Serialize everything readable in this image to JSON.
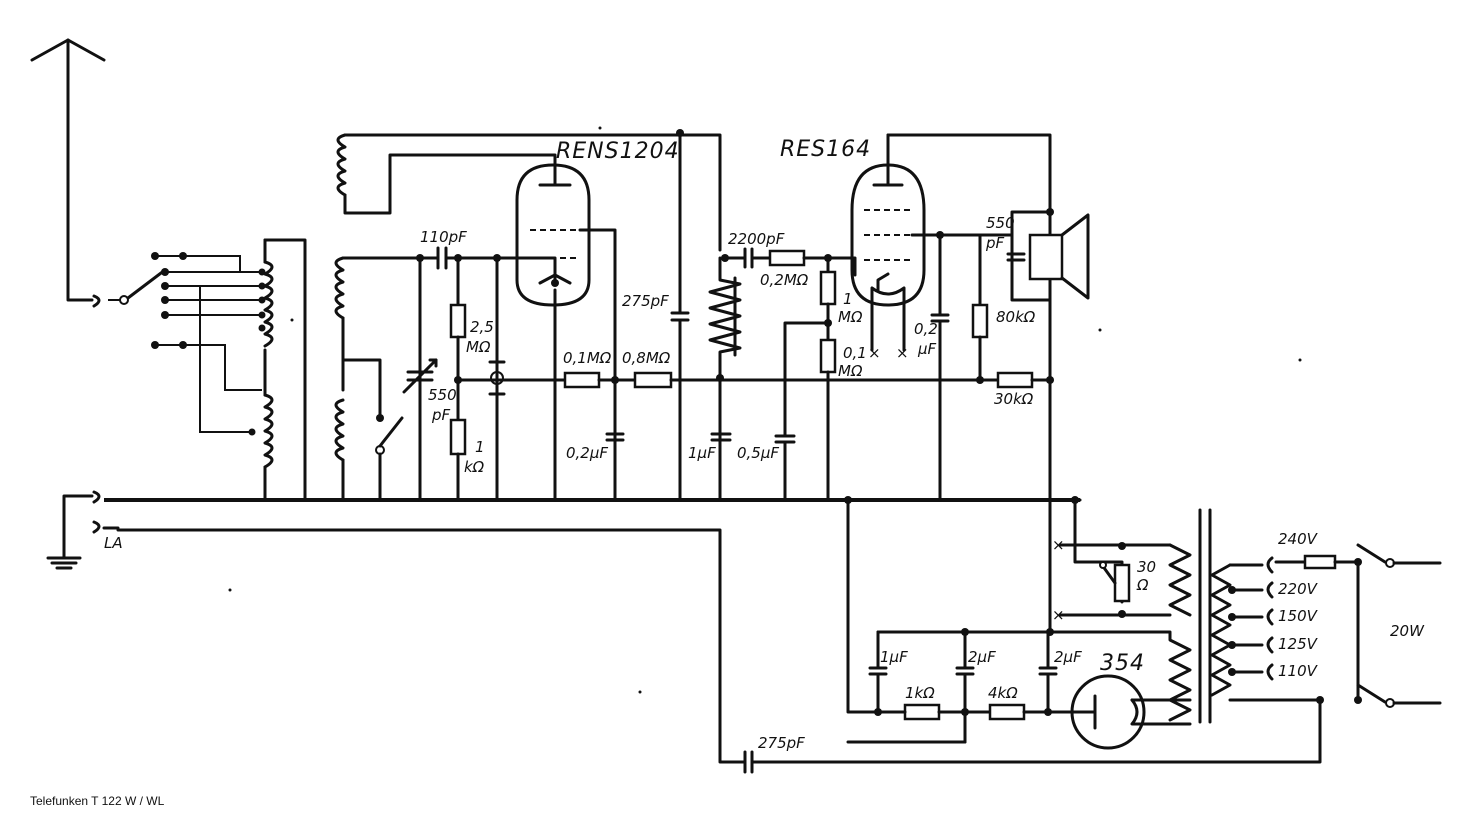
{
  "tubes": {
    "rf": "RENS1204",
    "af": "RES164",
    "rect": "354"
  },
  "labels": {
    "c110pf": "110pF",
    "c550pf_a": "550",
    "c550pf_b": "pF",
    "r25m_a": "2,5",
    "r25m_b": "MΩ",
    "r1k_a": "1",
    "r1k_b": "kΩ",
    "r01m": "0,1MΩ",
    "r08m": "0,8MΩ",
    "c275pf": "275pF",
    "c02uf": "0,2µF",
    "c1uf": "1µF",
    "c05uf": "0,5µF",
    "c2200pf": "2200pF",
    "r02m": "0,2MΩ",
    "r1m_a": "1",
    "r1m_b": "MΩ",
    "r01m_b_a": "0,1",
    "r01m_b_b": "MΩ",
    "c02uf_b_a": "0,2",
    "c02uf_b_b": "µF",
    "c550_spk_a": "550",
    "c550_spk_b": "pF",
    "r80k": "80kΩ",
    "r30k": "30kΩ",
    "r30ohm_a": "30",
    "r30ohm_b": "Ω",
    "c1uf_psu": "1µF",
    "c2uf_a": "2µF",
    "c2uf_b": "2µF",
    "r1k_psu": "1kΩ",
    "r4k_psu": "4kΩ",
    "c275pf_ant": "275pF",
    "la": "LA",
    "power": "20W"
  },
  "voltage_taps": [
    "240V",
    "220V",
    "150V",
    "125V",
    "110V"
  ],
  "caption": "Telefunken T 122 W / WL"
}
